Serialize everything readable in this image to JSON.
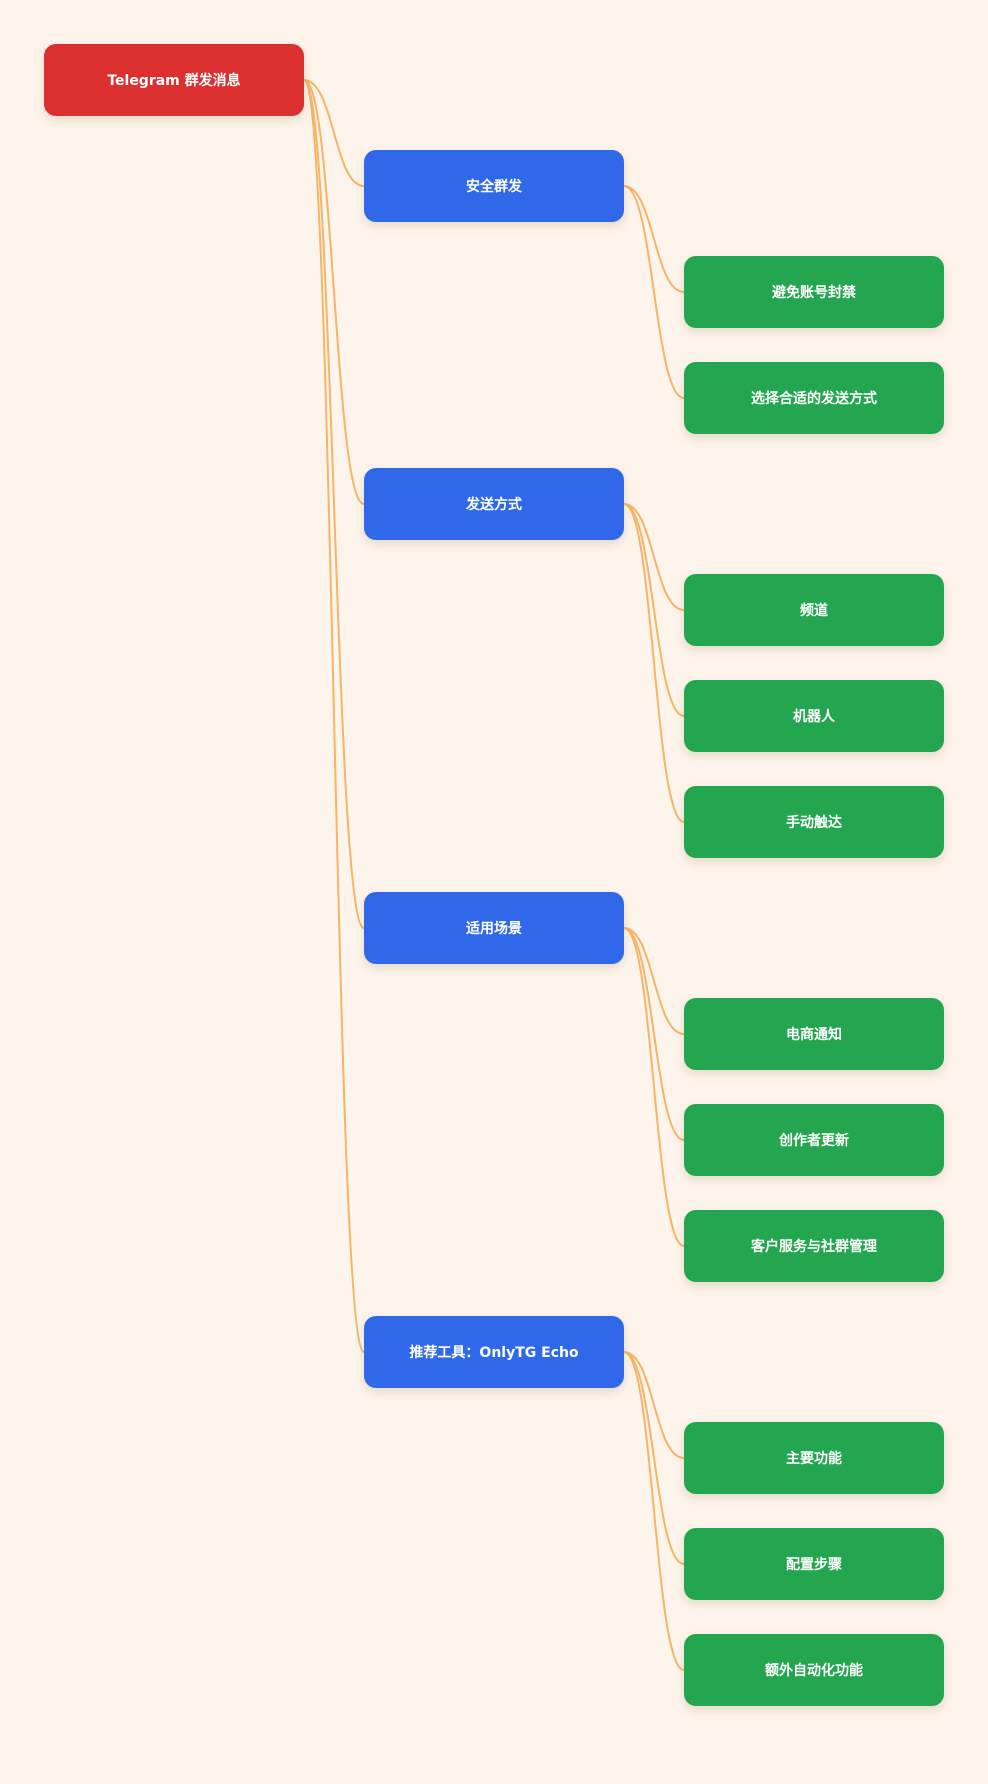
{
  "mindmap": {
    "root": {
      "label": "Telegram 群发消息"
    },
    "branches": [
      {
        "label": "安全群发",
        "children": [
          {
            "label": "避免账号封禁"
          },
          {
            "label": "选择合适的发送方式"
          }
        ]
      },
      {
        "label": "发送方式",
        "children": [
          {
            "label": "频道"
          },
          {
            "label": "机器人"
          },
          {
            "label": "手动触达"
          }
        ]
      },
      {
        "label": "适用场景",
        "children": [
          {
            "label": "电商通知"
          },
          {
            "label": "创作者更新"
          },
          {
            "label": "客户服务与社群管理"
          }
        ]
      },
      {
        "label": "推荐工具：OnlyTG Echo",
        "children": [
          {
            "label": "主要功能"
          },
          {
            "label": "配置步骤"
          },
          {
            "label": "额外自动化功能"
          }
        ]
      }
    ]
  },
  "colors": {
    "background": "#fdf5ec",
    "root": "#dc2f2f",
    "branch": "#2f68e8",
    "leaf": "#23a64f",
    "link": "#f6b466"
  }
}
